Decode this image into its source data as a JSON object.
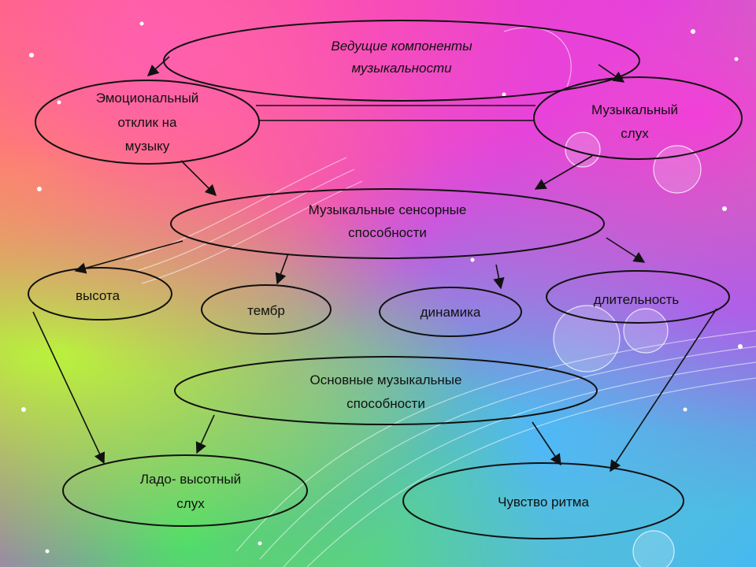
{
  "nodes": {
    "leading": {
      "line1": "Ведущие компоненты",
      "line2": "музыкальности"
    },
    "emotional": {
      "line1": "Эмоциональный",
      "line2": "отклик на",
      "line3": "музыку"
    },
    "hearing": {
      "line1": "Музыкальный",
      "line2": "слух"
    },
    "sensory": {
      "line1": "Музыкальные сенсорные",
      "line2": "способности"
    },
    "pitch": {
      "line1": "высота"
    },
    "timbre": {
      "line1": "тембр"
    },
    "dynamics": {
      "line1": "динамика"
    },
    "duration": {
      "line1": "длительность"
    },
    "basic": {
      "line1": "Основные музыкальные",
      "line2": "способности"
    },
    "modal": {
      "line1": "Ладо- высотный",
      "line2": "слух"
    },
    "rhythm": {
      "line1": "Чувство ритма"
    }
  },
  "colors": {
    "stroke": "#111111",
    "text": "#111111"
  }
}
